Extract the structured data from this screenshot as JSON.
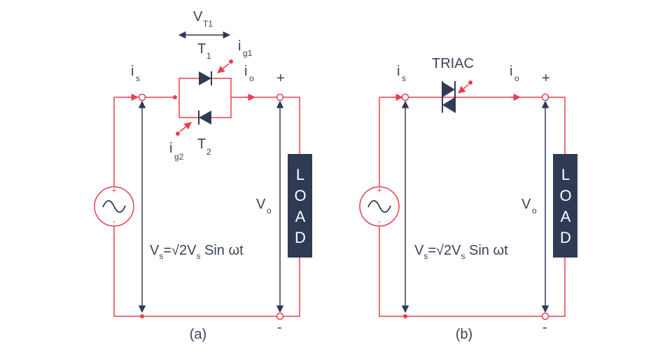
{
  "diagrams": [
    {
      "caption": "(a)",
      "vt1_label": "V",
      "vt1_sub": "T1",
      "t1_label": "T",
      "t1_sub": "1",
      "t2_label": "T",
      "t2_sub": "2",
      "ig1_label": "i",
      "ig1_sub": "g1",
      "ig2_label": "i",
      "ig2_sub": "g2",
      "is_label": "i",
      "is_sub": "s",
      "io_label": "i",
      "io_sub": "o",
      "plus": "+",
      "minus": "-",
      "vo_label": "V",
      "vo_sub": "o",
      "load_letters": [
        "L",
        "O",
        "A",
        "D"
      ],
      "source_plus": "+",
      "source_minus": "-",
      "vs_v": "V",
      "vs_sub": "s",
      "vs_mid": "=√2V",
      "vs_sub2": "s",
      "vs_end": " Sin ωt"
    },
    {
      "caption": "(b)",
      "triac_label": "TRIAC",
      "is_label": "i",
      "is_sub": "s",
      "io_label": "i",
      "io_sub": "o",
      "plus": "+",
      "minus": "-",
      "vo_label": "V",
      "vo_sub": "o",
      "load_letters": [
        "L",
        "O",
        "A",
        "D"
      ],
      "source_plus": "+",
      "source_minus": "-",
      "vs_v": "V",
      "vs_sub": "s",
      "vs_mid": "=√2V",
      "vs_sub2": "s",
      "vs_end": " Sin ωt"
    }
  ],
  "colors": {
    "wire": "#e5404f",
    "navy": "#2f3a55",
    "text": "#3a4257",
    "load_fill": "#2f3a55"
  }
}
